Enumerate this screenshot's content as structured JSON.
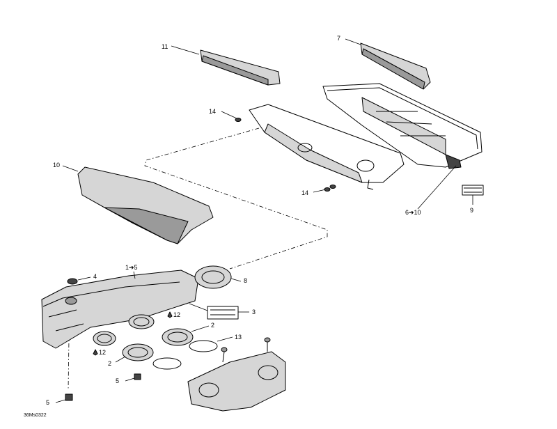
{
  "diagram": {
    "callouts": {
      "c11": "11",
      "c7": "7",
      "c14a": "14",
      "c10": "10",
      "c14b": "14",
      "c6_10": "6➔10",
      "c9": "9",
      "c4": "4",
      "c1_5": "1➔5",
      "c8": "8",
      "c3": "3",
      "c12a": "12",
      "c2a": "2",
      "c13": "13",
      "c12b": "12",
      "c2b": "2",
      "c5a": "5",
      "c5b": "5"
    },
    "drawing_code": "36Ms0322"
  }
}
